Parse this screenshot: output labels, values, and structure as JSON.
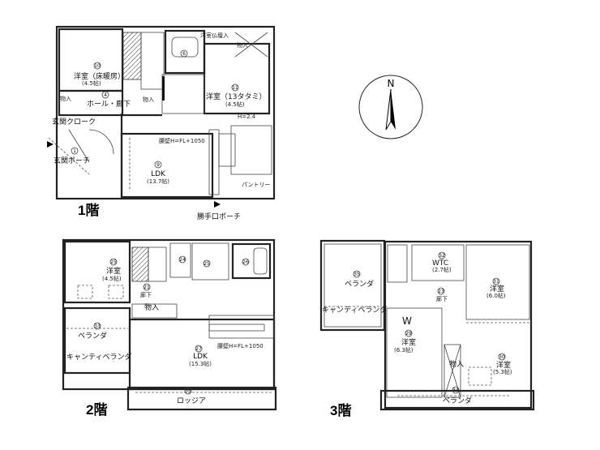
{
  "compass": {
    "north": "N"
  },
  "floors": [
    {
      "label": "1階",
      "rooms": {
        "western_floorheat": {
          "name": "洋室（床暖房）",
          "size": "(4.5帖)",
          "no": "10"
        },
        "butsudan": {
          "name": "洋室仏壇入"
        },
        "storage_a": {
          "name": "物入"
        },
        "storage_b": {
          "name": "物入"
        },
        "storage_c": {
          "name": "物入"
        },
        "bath": {
          "no": "6"
        },
        "western_13": {
          "name": "洋室（13タタミ）",
          "size": "(4.5帖)",
          "no": "11"
        },
        "hall": {
          "name": "ホール・廊下",
          "no": "4"
        },
        "cloak": {
          "name": "玄関クローク"
        },
        "porch": {
          "name": "玄関ポーチ",
          "no": "1"
        },
        "ldk": {
          "name": "LDK",
          "size": "(13.7帖)",
          "no": "9"
        },
        "pantry": {
          "name": "パントリー"
        },
        "back_porch": {
          "name": "勝手口ポーチ"
        },
        "counter_note": "腰壁H=FL+1050",
        "ceiling_note": "H=2.4"
      }
    },
    {
      "label": "2階",
      "rooms": {
        "western": {
          "name": "洋室",
          "size": "(4.5帖)",
          "no": "25"
        },
        "hall": {
          "name": "廊下",
          "no": "21"
        },
        "storage": {
          "name": "物入"
        },
        "wc": {
          "no": "24"
        },
        "wash": {
          "no": "25"
        },
        "bath": {
          "no": "26"
        },
        "veranda": {
          "name": "ベランダ",
          "no": "33"
        },
        "canti": {
          "name": "キャンティベランダ"
        },
        "ldk": {
          "name": "LDK",
          "size": "(15.3帖)",
          "no": "27"
        },
        "loggia": {
          "name": "ロッジア",
          "no": "35"
        },
        "counter_note": "腰壁H=FL+1050"
      }
    },
    {
      "label": "3階",
      "rooms": {
        "veranda_left": {
          "name": "ベランダ",
          "no": "35"
        },
        "canti": {
          "name": "キャンティベランダ"
        },
        "wtc": {
          "name": "WTC",
          "size": "(2.7帖)",
          "no": "32"
        },
        "hall": {
          "name": "廊下",
          "no": "23"
        },
        "western_60": {
          "name": "洋室",
          "size": "(6.0帖)",
          "no": "31"
        },
        "western_63": {
          "name": "洋室",
          "size": "(6.3帖)",
          "no": "29"
        },
        "storage": {
          "name": "物入"
        },
        "western_53": {
          "name": "洋室",
          "size": "(5.3帖)",
          "no": "30"
        },
        "veranda_bottom": {
          "name": "ベランダ",
          "no": "34"
        },
        "storage_w": {
          "name": "W"
        }
      }
    }
  ]
}
